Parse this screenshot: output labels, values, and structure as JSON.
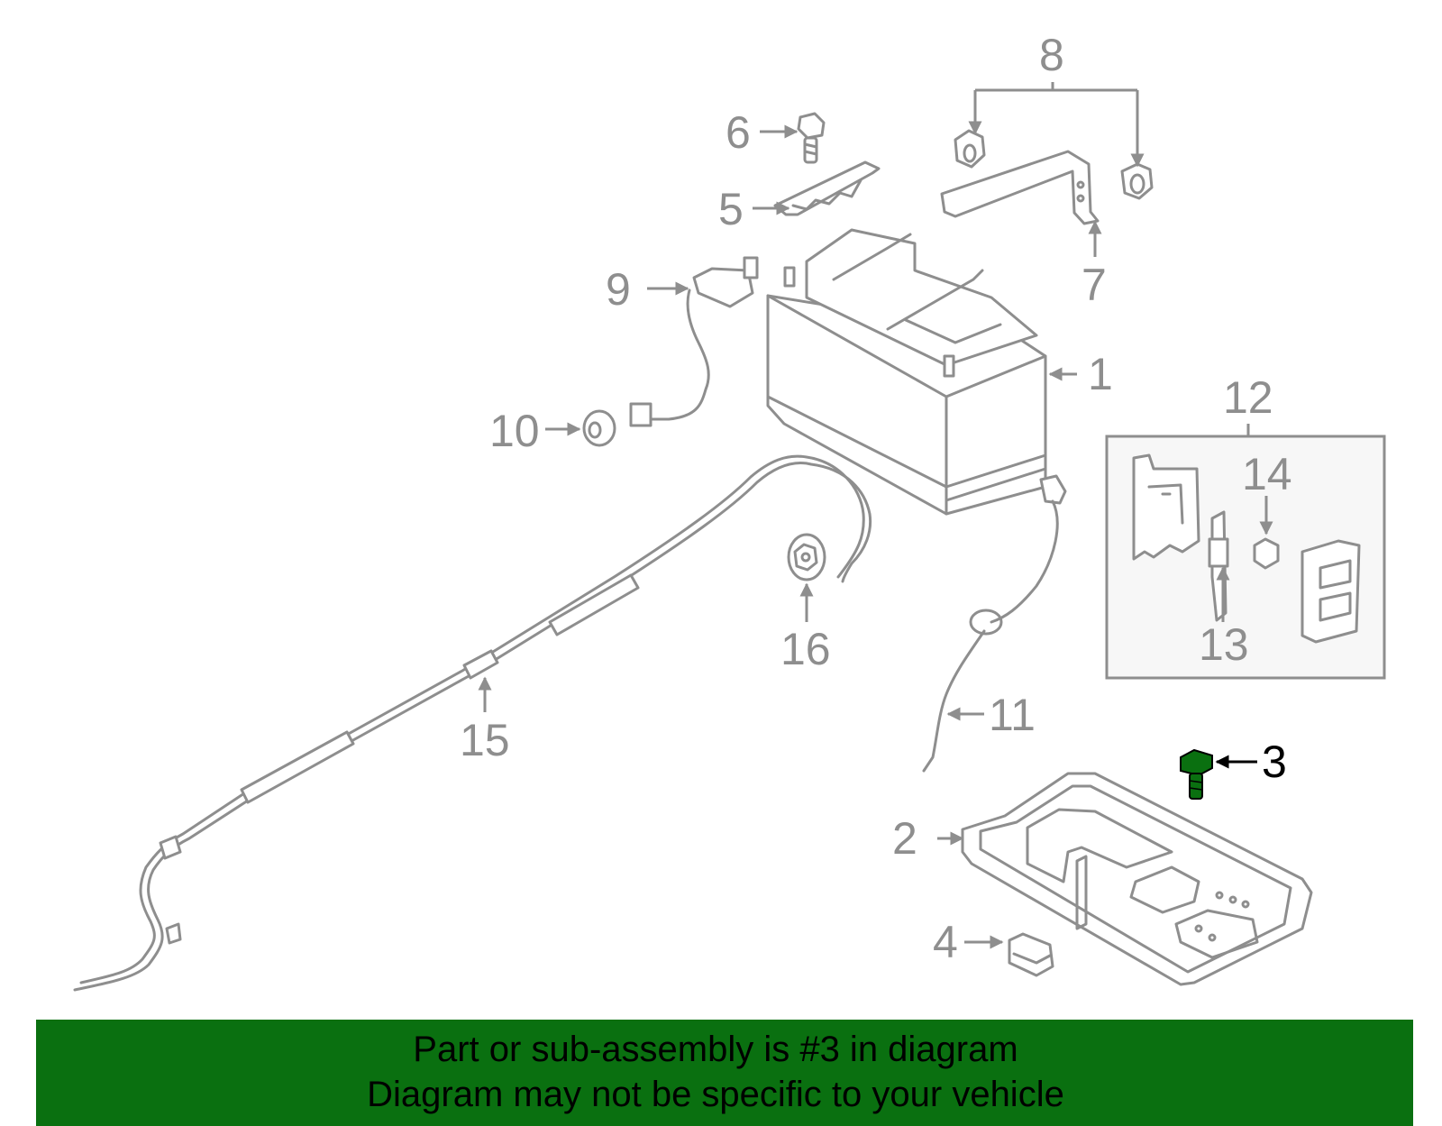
{
  "callouts": {
    "c1": "1",
    "c2": "2",
    "c3": "3",
    "c4": "4",
    "c5": "5",
    "c6": "6",
    "c7": "7",
    "c8": "8",
    "c9": "9",
    "c10": "10",
    "c11": "11",
    "c12": "12",
    "c13": "13",
    "c14": "14",
    "c15": "15",
    "c16": "16"
  },
  "highlighted_part": "3",
  "colors": {
    "line": "#8e8e8e",
    "highlight_part": "#0a7010",
    "banner": "#0a7010",
    "banner_text": "#000000"
  },
  "footer": {
    "line1": "Part or sub-assembly is #3 in diagram",
    "line2": "Diagram may not be specific to your vehicle"
  }
}
